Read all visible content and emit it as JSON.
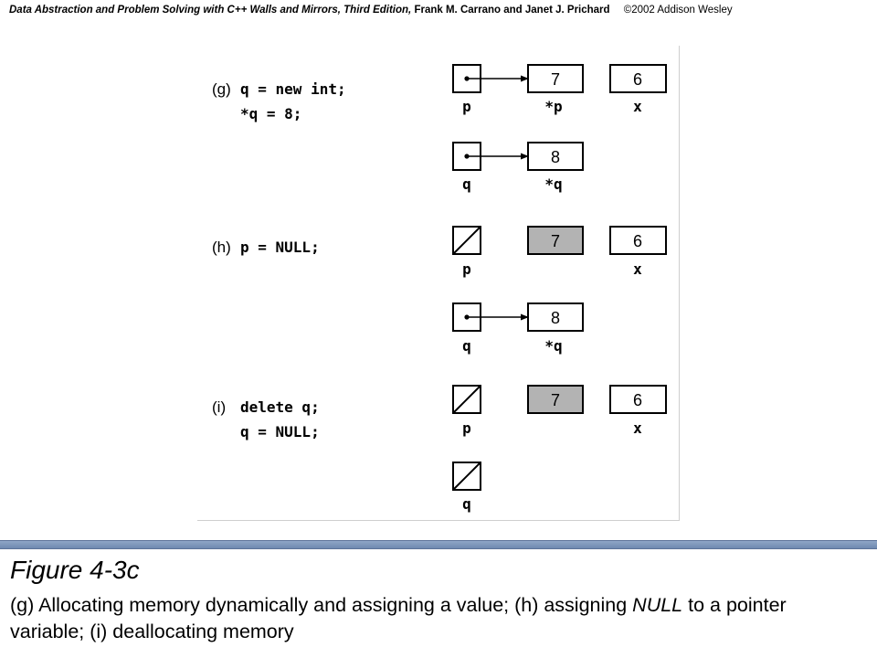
{
  "header": {
    "book_title": "Data Abstraction  and Problem Solving with C++ Walls and Mirrors, Third Edition,",
    "authors": "Frank M. Carrano  and Janet J. Prichard",
    "copyright": "©2002  Addison Wesley"
  },
  "sections": {
    "g": {
      "tag": "(g)",
      "line1": "q = new int;",
      "line2": "*q = 8;"
    },
    "h": {
      "tag": "(h)",
      "line1": "p = NULL;"
    },
    "i": {
      "tag": "(i)",
      "line1": "delete q;",
      "line2": "q = NULL;"
    }
  },
  "cells": {
    "g_star_p": "7",
    "g_x": "6",
    "g_star_q": "8",
    "h_freed": "7",
    "h_x": "6",
    "h_star_q": "8",
    "i_freed": "7",
    "i_x": "6"
  },
  "labels": {
    "g_p": "p",
    "g_star_p": "*p",
    "g_x": "x",
    "g_q": "q",
    "g_star_q": "*q",
    "h_p": "p",
    "h_x": "x",
    "h_q": "q",
    "h_star_q": "*q",
    "i_p": "p",
    "i_x": "x",
    "i_q": "q"
  },
  "colors": {
    "freed_cell": "#b3b3b3",
    "divider": "#7f96bb"
  },
  "caption": {
    "title": "Figure 4-3c",
    "text_part1": "(g) Allocating memory dynamically and assigning a value; (h) assigning ",
    "text_null": "NULL",
    "text_part2": " to a pointer variable; (i) deallocating memory"
  }
}
